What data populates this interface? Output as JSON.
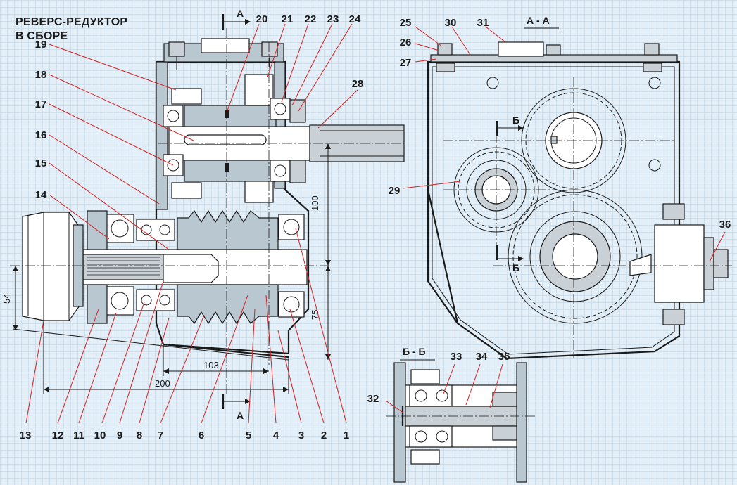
{
  "title": {
    "line1": "РЕВЕРС-РЕДУКТОР",
    "line2": "В СБОРЕ"
  },
  "section_labels": {
    "aa": "А - А",
    "bb": "Б - Б",
    "a_mark": "А",
    "b_mark": "Б"
  },
  "dimensions": {
    "d100": "100",
    "d75": "75",
    "d54": "54",
    "d103": "103",
    "d200": "200"
  },
  "callouts": {
    "n1": "1",
    "n2": "2",
    "n3": "3",
    "n4": "4",
    "n5": "5",
    "n6": "6",
    "n7": "7",
    "n8": "8",
    "n9": "9",
    "n10": "10",
    "n11": "11",
    "n12": "12",
    "n13": "13",
    "n14": "14",
    "n15": "15",
    "n16": "16",
    "n17": "17",
    "n18": "18",
    "n19": "19",
    "n20": "20",
    "n21": "21",
    "n22": "22",
    "n23": "23",
    "n24": "24",
    "n25": "25",
    "n26": "26",
    "n27": "27",
    "n28": "28",
    "n29": "29",
    "n30": "30",
    "n31": "31",
    "n32": "32",
    "n33": "33",
    "n34": "34",
    "n35": "35",
    "n36": "36"
  },
  "colors": {
    "background": "#e3eef6",
    "leader": "#d42020",
    "line": "#1a1a1a",
    "hatch": "#b9c7d1"
  }
}
